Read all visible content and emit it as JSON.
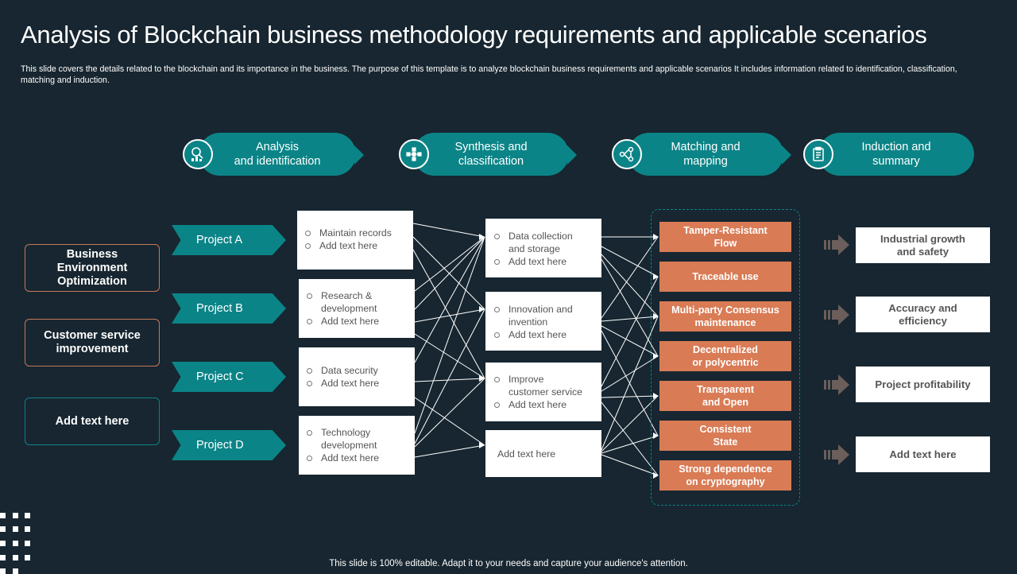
{
  "title": "Analysis of Blockchain business methodology requirements and applicable scenarios",
  "subtitle": "This slide covers the details related to the blockchain and its importance in the business. The purpose of this template is to analyze blockchain business requirements and applicable scenarios It includes information related to identification, classification, matching and induction.",
  "stages": [
    {
      "line1": "Analysis",
      "line2": "and identification",
      "icon": "search-chart-icon"
    },
    {
      "line1": "Synthesis and",
      "line2": "classification",
      "icon": "network-icon"
    },
    {
      "line1": "Matching and",
      "line2": "mapping",
      "icon": "mapping-icon"
    },
    {
      "line1": "Induction and",
      "line2": "summary",
      "icon": "clipboard-icon"
    }
  ],
  "goals": [
    {
      "line1": "Business",
      "line2": "Environment",
      "line3": "Optimization"
    },
    {
      "line1": "Customer service",
      "line2": "improvement"
    },
    {
      "line1": "Add  text here"
    }
  ],
  "projects": [
    "Project A",
    "Project B",
    "Project C",
    "Project D"
  ],
  "project_details": [
    {
      "item1": "Maintain records",
      "item2": "Add text here"
    },
    {
      "item1_line1": "Research &",
      "item1_line2": "development",
      "item2": "Add text here"
    },
    {
      "item1": "Data security",
      "item2": "Add text here"
    },
    {
      "item1_line1": "Technology",
      "item1_line2": "development",
      "item2": "Add text here"
    }
  ],
  "categories": [
    {
      "item1_line1": "Data collection",
      "item1_line2": "and storage",
      "item2": "Add text here"
    },
    {
      "item1_line1": "Innovation  and",
      "item1_line2": "invention",
      "item2": "Add text here"
    },
    {
      "item1_line1": "Improve",
      "item1_line2": "customer service",
      "item2": "Add text here"
    },
    {
      "text": "Add text here"
    }
  ],
  "features": [
    {
      "line1": "Tamper-Resistant",
      "line2": "Flow"
    },
    {
      "line1": "Traceable use"
    },
    {
      "line1": "Multi-party Consensus",
      "line2": "maintenance"
    },
    {
      "line1": "Decentralized",
      "line2": "or polycentric"
    },
    {
      "line1": "Transparent",
      "line2": "and Open"
    },
    {
      "line1": "Consistent",
      "line2": "State"
    },
    {
      "line1": "Strong dependence",
      "line2": "on cryptography"
    }
  ],
  "outcomes": [
    {
      "line1": "Industrial growth",
      "line2": "and safety"
    },
    {
      "line1": "Accuracy and",
      "line2": "efficiency"
    },
    {
      "line1": "Project profitability"
    },
    {
      "line1": "Add text here"
    }
  ],
  "footer": "This slide is 100% editable. Adapt it to your needs and capture your audience's attention.",
  "colors": {
    "background": "#172630",
    "teal": "#0b8487",
    "orange": "#d97b55",
    "arrow_grey": "#6b5e5b",
    "box_text": "#555555"
  }
}
